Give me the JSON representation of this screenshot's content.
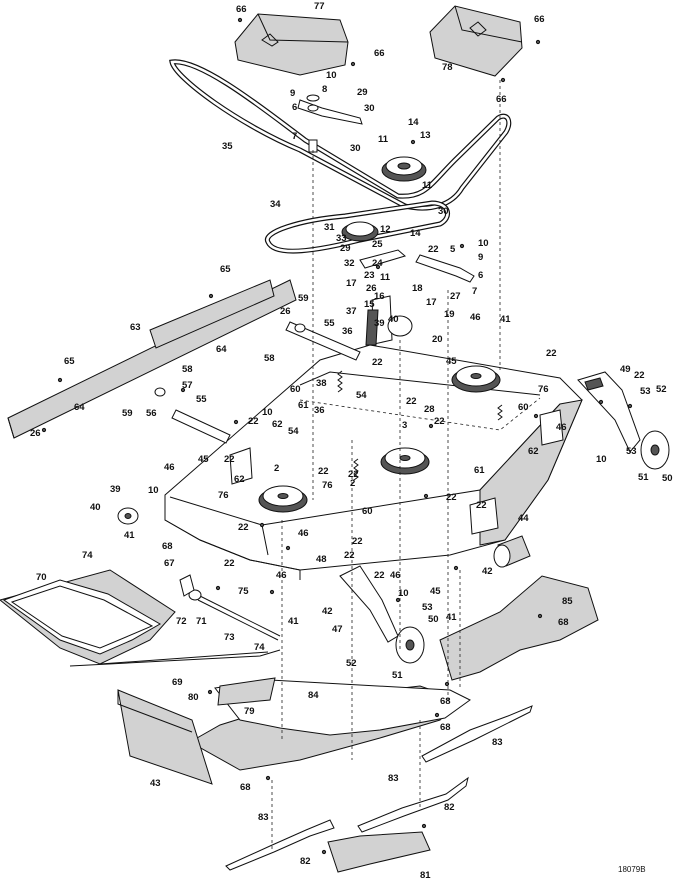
{
  "figure_code": "18079B",
  "callouts": [
    {
      "id": "c66a",
      "text": "66"
    },
    {
      "id": "c77",
      "text": "77"
    },
    {
      "id": "c66b",
      "text": "66"
    },
    {
      "id": "c66c",
      "text": "66"
    },
    {
      "id": "c78",
      "text": "78"
    },
    {
      "id": "c66d",
      "text": "66"
    },
    {
      "id": "c10a",
      "text": "10"
    },
    {
      "id": "c9a",
      "text": "9"
    },
    {
      "id": "c8",
      "text": "8"
    },
    {
      "id": "c29a",
      "text": "29"
    },
    {
      "id": "c6a",
      "text": "6"
    },
    {
      "id": "c30a",
      "text": "30"
    },
    {
      "id": "c35",
      "text": "35"
    },
    {
      "id": "c7a",
      "text": "7"
    },
    {
      "id": "c30b",
      "text": "30"
    },
    {
      "id": "c14a",
      "text": "14"
    },
    {
      "id": "c11a",
      "text": "11"
    },
    {
      "id": "c13",
      "text": "13"
    },
    {
      "id": "c11b",
      "text": "11"
    },
    {
      "id": "c34",
      "text": "34"
    },
    {
      "id": "c30c",
      "text": "30"
    },
    {
      "id": "c31",
      "text": "31"
    },
    {
      "id": "c12",
      "text": "12"
    },
    {
      "id": "c14b",
      "text": "14"
    },
    {
      "id": "c33",
      "text": "33"
    },
    {
      "id": "c25",
      "text": "25"
    },
    {
      "id": "c22a",
      "text": "22"
    },
    {
      "id": "c5",
      "text": "5"
    },
    {
      "id": "c10b",
      "text": "10"
    },
    {
      "id": "c29b",
      "text": "29"
    },
    {
      "id": "c9b",
      "text": "9"
    },
    {
      "id": "c32",
      "text": "32"
    },
    {
      "id": "c24",
      "text": "24"
    },
    {
      "id": "c23",
      "text": "23"
    },
    {
      "id": "c17a",
      "text": "17"
    },
    {
      "id": "c11c",
      "text": "11"
    },
    {
      "id": "c6b",
      "text": "6"
    },
    {
      "id": "c26a",
      "text": "26"
    },
    {
      "id": "c18",
      "text": "18"
    },
    {
      "id": "c27",
      "text": "27"
    },
    {
      "id": "c7b",
      "text": "7"
    },
    {
      "id": "c16",
      "text": "16"
    },
    {
      "id": "c15",
      "text": "15"
    },
    {
      "id": "c17b",
      "text": "17"
    },
    {
      "id": "c37",
      "text": "37"
    },
    {
      "id": "c19",
      "text": "19"
    },
    {
      "id": "c39a",
      "text": "39"
    },
    {
      "id": "c40a",
      "text": "40"
    },
    {
      "id": "c46a",
      "text": "46"
    },
    {
      "id": "c36a",
      "text": "36"
    },
    {
      "id": "c20",
      "text": "20"
    },
    {
      "id": "c41a",
      "text": "41"
    },
    {
      "id": "c65a",
      "text": "65"
    },
    {
      "id": "c26b",
      "text": "26"
    },
    {
      "id": "c59a",
      "text": "59"
    },
    {
      "id": "c55a",
      "text": "55"
    },
    {
      "id": "c63",
      "text": "63"
    },
    {
      "id": "c64a",
      "text": "64"
    },
    {
      "id": "c58a",
      "text": "58"
    },
    {
      "id": "c65b",
      "text": "65"
    },
    {
      "id": "c22b",
      "text": "22"
    },
    {
      "id": "c22c",
      "text": "22"
    },
    {
      "id": "c45a",
      "text": "45"
    },
    {
      "id": "c58b",
      "text": "58"
    },
    {
      "id": "c57",
      "text": "57"
    },
    {
      "id": "c38",
      "text": "38"
    },
    {
      "id": "c76a",
      "text": "76"
    },
    {
      "id": "c59b",
      "text": "59"
    },
    {
      "id": "c56",
      "text": "56"
    },
    {
      "id": "c55b",
      "text": "55"
    },
    {
      "id": "c54",
      "text": "54"
    },
    {
      "id": "c22d",
      "text": "22"
    },
    {
      "id": "c28",
      "text": "28"
    },
    {
      "id": "c64b",
      "text": "64"
    },
    {
      "id": "c36b",
      "text": "36"
    },
    {
      "id": "c60a",
      "text": "60"
    },
    {
      "id": "c61a",
      "text": "61"
    },
    {
      "id": "c10c",
      "text": "10"
    },
    {
      "id": "c22e",
      "text": "22"
    },
    {
      "id": "c62a",
      "text": "62"
    },
    {
      "id": "c26c",
      "text": "26"
    },
    {
      "id": "c54b",
      "text": "54"
    },
    {
      "id": "c3",
      "text": "3"
    },
    {
      "id": "c22f",
      "text": "22"
    },
    {
      "id": "c60b",
      "text": "60"
    },
    {
      "id": "c49",
      "text": "49"
    },
    {
      "id": "c22g",
      "text": "22"
    },
    {
      "id": "c53a",
      "text": "53"
    },
    {
      "id": "c52a",
      "text": "52"
    },
    {
      "id": "c46b",
      "text": "46"
    },
    {
      "id": "c45b",
      "text": "45"
    },
    {
      "id": "c22h",
      "text": "22"
    },
    {
      "id": "c62b",
      "text": "62"
    },
    {
      "id": "c62c",
      "text": "62"
    },
    {
      "id": "c22i",
      "text": "22"
    },
    {
      "id": "c61b",
      "text": "61"
    },
    {
      "id": "c10d",
      "text": "10"
    },
    {
      "id": "c53b",
      "text": "53"
    },
    {
      "id": "c51a",
      "text": "51"
    },
    {
      "id": "c50a",
      "text": "50"
    },
    {
      "id": "c46c",
      "text": "46"
    },
    {
      "id": "c2a",
      "text": "2"
    },
    {
      "id": "c22j",
      "text": "22"
    },
    {
      "id": "c76b",
      "text": "76"
    },
    {
      "id": "c22k",
      "text": "22"
    },
    {
      "id": "c76c",
      "text": "76"
    },
    {
      "id": "c2b",
      "text": "2"
    },
    {
      "id": "c39b",
      "text": "39"
    },
    {
      "id": "c10e",
      "text": "10"
    },
    {
      "id": "c60c",
      "text": "60"
    },
    {
      "id": "c22l",
      "text": "22"
    },
    {
      "id": "c40b",
      "text": "40"
    },
    {
      "id": "c22m",
      "text": "22"
    },
    {
      "id": "c46d",
      "text": "46"
    },
    {
      "id": "c44",
      "text": "44"
    },
    {
      "id": "c41b",
      "text": "41"
    },
    {
      "id": "c68a",
      "text": "68"
    },
    {
      "id": "c22n",
      "text": "22"
    },
    {
      "id": "c74a",
      "text": "74"
    },
    {
      "id": "c48",
      "text": "48"
    },
    {
      "id": "c22o",
      "text": "22"
    },
    {
      "id": "c67",
      "text": "67"
    },
    {
      "id": "c22p",
      "text": "22"
    },
    {
      "id": "c46e",
      "text": "46"
    },
    {
      "id": "c22q",
      "text": "22"
    },
    {
      "id": "c46f",
      "text": "46"
    },
    {
      "id": "c42a",
      "text": "42"
    },
    {
      "id": "c70",
      "text": "70"
    },
    {
      "id": "c75",
      "text": "75"
    },
    {
      "id": "c10f",
      "text": "10"
    },
    {
      "id": "c45c",
      "text": "45"
    },
    {
      "id": "c85",
      "text": "85"
    },
    {
      "id": "c72",
      "text": "72"
    },
    {
      "id": "c71",
      "text": "71"
    },
    {
      "id": "c41c",
      "text": "41"
    },
    {
      "id": "c42b",
      "text": "42"
    },
    {
      "id": "c53c",
      "text": "53"
    },
    {
      "id": "c41d",
      "text": "41"
    },
    {
      "id": "c73",
      "text": "73"
    },
    {
      "id": "c47",
      "text": "47"
    },
    {
      "id": "c50b",
      "text": "50"
    },
    {
      "id": "c68b",
      "text": "68"
    },
    {
      "id": "c74b",
      "text": "74"
    },
    {
      "id": "c52b",
      "text": "52"
    },
    {
      "id": "c51b",
      "text": "51"
    },
    {
      "id": "c69",
      "text": "69"
    },
    {
      "id": "c84",
      "text": "84"
    },
    {
      "id": "c80",
      "text": "80"
    },
    {
      "id": "c68c",
      "text": "68"
    },
    {
      "id": "c79",
      "text": "79"
    },
    {
      "id": "c68d",
      "text": "68"
    },
    {
      "id": "c83a",
      "text": "83"
    },
    {
      "id": "c43",
      "text": "43"
    },
    {
      "id": "c68e",
      "text": "68"
    },
    {
      "id": "c83b",
      "text": "83"
    },
    {
      "id": "c82a",
      "text": "82"
    },
    {
      "id": "c83c",
      "text": "83"
    },
    {
      "id": "c82b",
      "text": "82"
    },
    {
      "id": "c81",
      "text": "81"
    }
  ]
}
